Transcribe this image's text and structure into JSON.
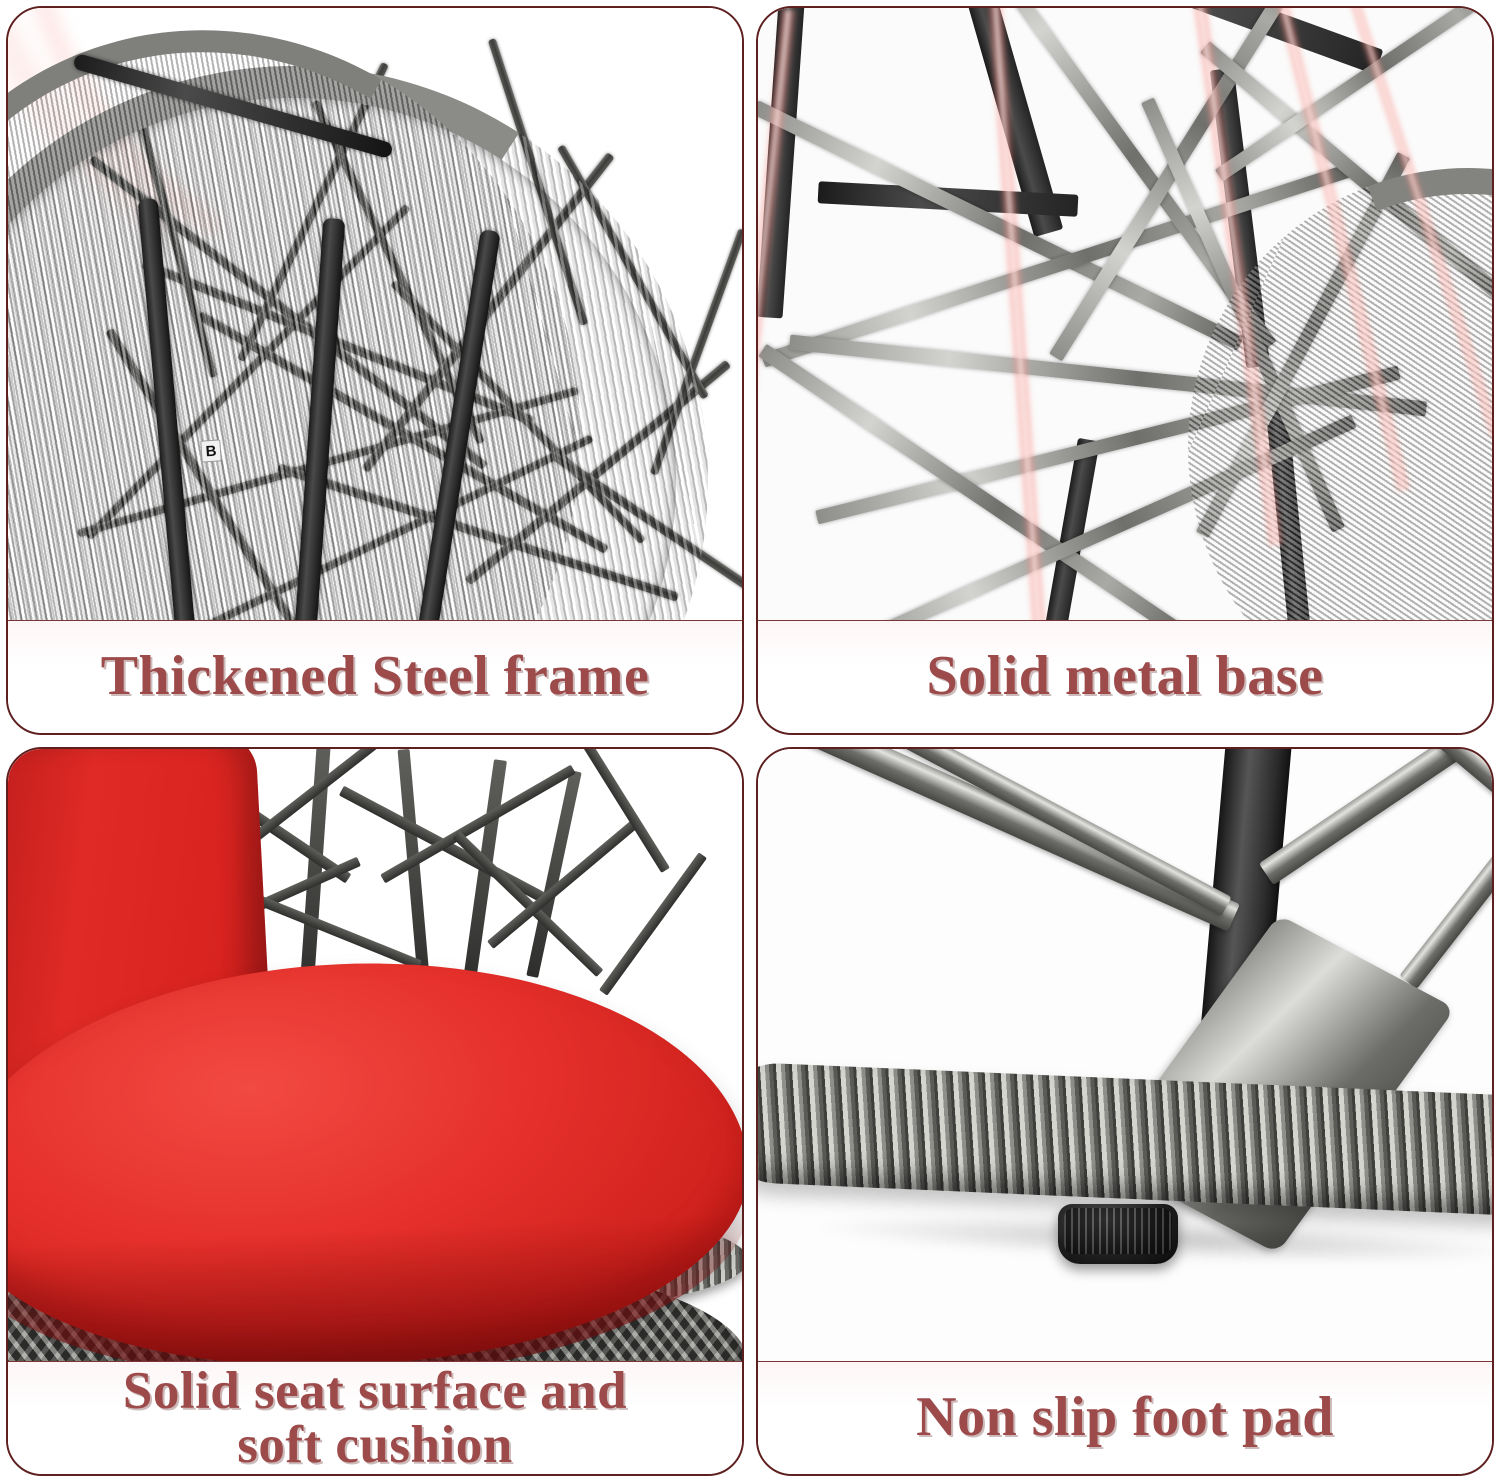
{
  "layout": {
    "columns": 2,
    "rows": 2,
    "card_border_color": "#5e1f1f",
    "caption_text_color": "#9c4a4a",
    "background_color": "#ffffff"
  },
  "panels": [
    {
      "id": "thickened-steel-frame",
      "caption": "Thickened Steel frame",
      "image_subject": "Close-up of grey wicker egg chair dome with black steel frame tubes and a soft pink highlight arc",
      "accent_color": "#f0786e",
      "frame_color": "#2a2a2a",
      "wicker_color": "#7f7f7c",
      "marker_label": "B"
    },
    {
      "id": "solid-metal-base",
      "caption": "Solid metal base",
      "image_subject": "Close-up of the woven chair base legs with red-white highlight streaks on vertical supports",
      "accent_color": "#f58c82",
      "wicker_color": "#8d8d8a"
    },
    {
      "id": "solid-seat-surface-and-soft-cushion",
      "caption": "Solid seat surface and\nsoft cushion",
      "image_subject": "Red round seat cushion on a grey woven wicker egg chair with perforated seat base",
      "cushion_color": "#e6302b",
      "wicker_color": "#6f6f6c"
    },
    {
      "id": "non-slip-foot-pad",
      "caption": "Non slip foot pad",
      "image_subject": "Close-up of the wrapped wicker bottom rail with a black ribbed non-slip foot pad underneath",
      "pad_color": "#1d1d1d",
      "wicker_color": "#8e8e8a"
    }
  ]
}
